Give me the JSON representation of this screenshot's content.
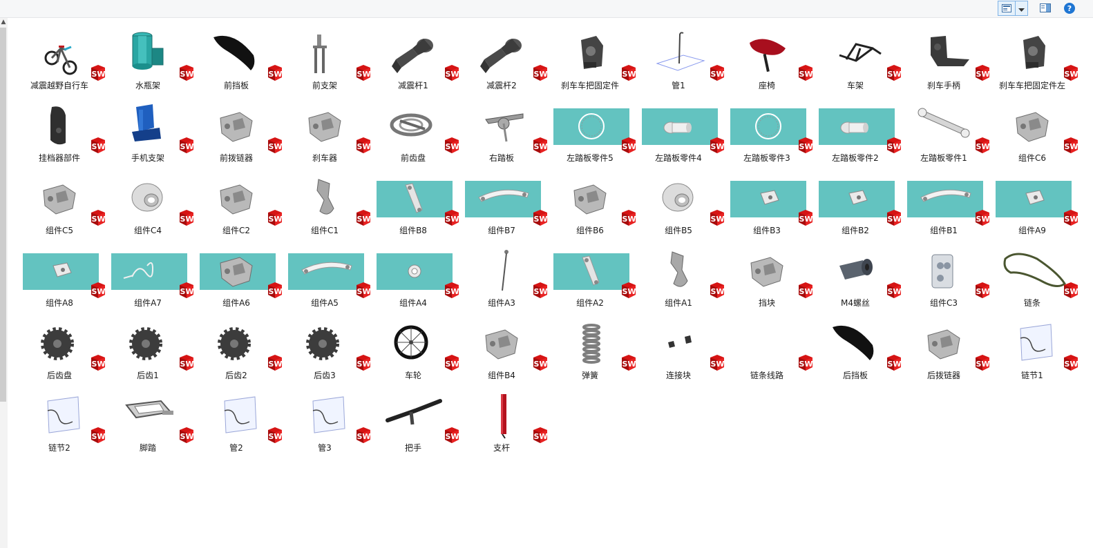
{
  "toolbar": {
    "view_icon": "details-view-icon",
    "dropdown_icon": "chevron-down-icon",
    "pane_icon": "preview-pane-icon",
    "help_label": "?"
  },
  "badge": {
    "text": "SW",
    "color": "#e21b1b"
  },
  "tile_color": "#63c3c0",
  "items": [
    {
      "name": "减震越野自行车",
      "icon": "bicycle-icon",
      "tile": false
    },
    {
      "name": "水瓶架",
      "icon": "bottle-holder-icon",
      "tile": false
    },
    {
      "name": "前挡板",
      "icon": "fender-icon",
      "tile": false
    },
    {
      "name": "前支架",
      "icon": "fork-icon",
      "tile": false
    },
    {
      "name": "减震杆1",
      "icon": "shock-rod-icon",
      "tile": false
    },
    {
      "name": "减震杆2",
      "icon": "shock-rod-icon",
      "tile": false
    },
    {
      "name": "刹车车把固定件",
      "icon": "clamp-icon",
      "tile": false
    },
    {
      "name": "管1",
      "icon": "tube-sketch-icon",
      "tile": false
    },
    {
      "name": "座椅",
      "icon": "saddle-icon",
      "tile": false
    },
    {
      "name": "车架",
      "icon": "frame-icon",
      "tile": false
    },
    {
      "name": "刹车手柄",
      "icon": "brake-lever-icon",
      "tile": false
    },
    {
      "name": "刹车车把固定件左",
      "icon": "clamp-icon",
      "tile": false
    },
    {
      "name": "挂档器部件",
      "icon": "derailleur-part-icon",
      "tile": false
    },
    {
      "name": "手机支架",
      "icon": "phone-holder-icon",
      "tile": false
    },
    {
      "name": "前拨链器",
      "icon": "gray-part-icon",
      "tile": false
    },
    {
      "name": "刹车器",
      "icon": "gray-part-icon",
      "tile": false
    },
    {
      "name": "前齿盘",
      "icon": "chainring-icon",
      "tile": false
    },
    {
      "name": "右踏板",
      "icon": "crank-icon",
      "tile": false
    },
    {
      "name": "左踏板零件5",
      "icon": "ring-icon",
      "tile": true
    },
    {
      "name": "左踏板零件4",
      "icon": "pin-icon",
      "tile": true
    },
    {
      "name": "左踏板零件3",
      "icon": "ring-icon",
      "tile": true
    },
    {
      "name": "左踏板零件2",
      "icon": "pin-icon",
      "tile": true
    },
    {
      "name": "左踏板零件1",
      "icon": "crank-arm-icon",
      "tile": false
    },
    {
      "name": "组件C6",
      "icon": "gray-part-icon",
      "tile": false
    },
    {
      "name": "组件C5",
      "icon": "gray-part-icon",
      "tile": false
    },
    {
      "name": "组件C4",
      "icon": "hub-icon",
      "tile": false
    },
    {
      "name": "组件C2",
      "icon": "gray-part-icon",
      "tile": false
    },
    {
      "name": "组件C1",
      "icon": "hook-icon",
      "tile": false
    },
    {
      "name": "组件B8",
      "icon": "bracket-icon",
      "tile": true
    },
    {
      "name": "组件B7",
      "icon": "arc-plate-icon",
      "tile": true
    },
    {
      "name": "组件B6",
      "icon": "gray-part-icon",
      "tile": false
    },
    {
      "name": "组件B5",
      "icon": "hub-icon",
      "tile": false
    },
    {
      "name": "组件B3",
      "icon": "small-part-icon",
      "tile": true
    },
    {
      "name": "组件B2",
      "icon": "small-part-icon",
      "tile": true
    },
    {
      "name": "组件B1",
      "icon": "arc-plate-icon",
      "tile": true
    },
    {
      "name": "组件A9",
      "icon": "small-part-icon",
      "tile": true
    },
    {
      "name": "组件A8",
      "icon": "small-part-icon",
      "tile": true
    },
    {
      "name": "组件A7",
      "icon": "spring-coil-icon",
      "tile": true
    },
    {
      "name": "组件A6",
      "icon": "gray-part-icon",
      "tile": true
    },
    {
      "name": "组件A5",
      "icon": "arc-plate-icon",
      "tile": true
    },
    {
      "name": "组件A4",
      "icon": "nut-icon",
      "tile": true
    },
    {
      "name": "组件A3",
      "icon": "rod-icon",
      "tile": false
    },
    {
      "name": "组件A2",
      "icon": "bracket-icon",
      "tile": true
    },
    {
      "name": "组件A1",
      "icon": "hook-icon",
      "tile": false
    },
    {
      "name": "挡块",
      "icon": "gray-part-icon",
      "tile": false
    },
    {
      "name": "M4螺丝",
      "icon": "bolt-icon",
      "tile": false
    },
    {
      "name": "组件C3",
      "icon": "hinge-icon",
      "tile": false
    },
    {
      "name": "链条",
      "icon": "chain-icon",
      "tile": false
    },
    {
      "name": "后齿盘",
      "icon": "gear-icon",
      "tile": false
    },
    {
      "name": "后齿1",
      "icon": "gear-icon",
      "tile": false
    },
    {
      "name": "后齿2",
      "icon": "gear-icon",
      "tile": false
    },
    {
      "name": "后齿3",
      "icon": "gear-icon",
      "tile": false
    },
    {
      "name": "车轮",
      "icon": "wheel-icon",
      "tile": false
    },
    {
      "name": "组件B4",
      "icon": "gray-part-icon",
      "tile": false
    },
    {
      "name": "弹簧",
      "icon": "spring-icon",
      "tile": false
    },
    {
      "name": "连接块",
      "icon": "link-block-icon",
      "tile": false
    },
    {
      "name": "链条线路",
      "icon": "blank-icon",
      "tile": false
    },
    {
      "name": "后挡板",
      "icon": "fender-icon",
      "tile": false
    },
    {
      "name": "后拨链器",
      "icon": "gray-part-icon",
      "tile": false
    },
    {
      "name": "链节1",
      "icon": "sketch-plane-icon",
      "tile": false
    },
    {
      "name": "链节2",
      "icon": "sketch-plane-icon",
      "tile": false
    },
    {
      "name": "脚踏",
      "icon": "pedal-icon",
      "tile": false
    },
    {
      "name": "管2",
      "icon": "sketch-plane-icon",
      "tile": false
    },
    {
      "name": "管3",
      "icon": "sketch-plane-icon",
      "tile": false
    },
    {
      "name": "把手",
      "icon": "handlebar-icon",
      "tile": false
    },
    {
      "name": "支杆",
      "icon": "seatpost-icon",
      "tile": false
    }
  ]
}
